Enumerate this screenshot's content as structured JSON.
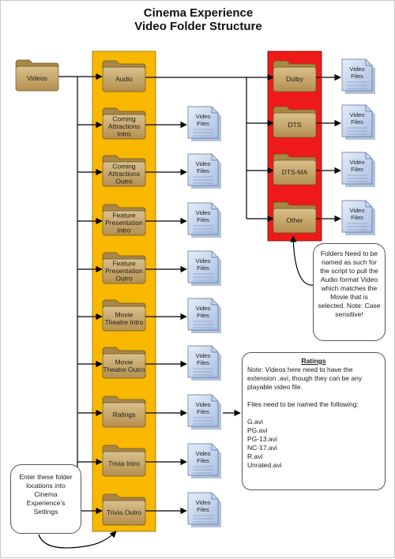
{
  "title": {
    "line1": "Cinema Experience",
    "line2": "Video Folder Structure"
  },
  "colors": {
    "orange_column": "#f8b800",
    "red_column": "#ee1a1a",
    "folder_tan": "#c9a86a",
    "file_blue": "#c5d5ee",
    "connector": "#000000"
  },
  "root_folder": {
    "label": "Videos",
    "icon": "folder-icon"
  },
  "folders": [
    {
      "lines": [
        "Audio"
      ],
      "has_files": false
    },
    {
      "lines": [
        "Coming",
        "Attractions",
        "Intro"
      ],
      "has_files": true
    },
    {
      "lines": [
        "Coming",
        "Attractions",
        "Outro"
      ],
      "has_files": true
    },
    {
      "lines": [
        "Feature",
        "Presentation",
        "Intro"
      ],
      "has_files": true
    },
    {
      "lines": [
        "Feature",
        "Presentation",
        "Outro"
      ],
      "has_files": true
    },
    {
      "lines": [
        "Movie",
        "Theatre Intro"
      ],
      "has_files": true
    },
    {
      "lines": [
        "Movie",
        "Theatre Outro"
      ],
      "has_files": true
    },
    {
      "lines": [
        "Ratings"
      ],
      "has_files": true
    },
    {
      "lines": [
        "Trivia Intro"
      ],
      "has_files": true
    },
    {
      "lines": [
        "Trivia Outro"
      ],
      "has_files": true
    }
  ],
  "audio_folders": [
    {
      "lines": [
        "Dolby"
      ]
    },
    {
      "lines": [
        "DTS"
      ]
    },
    {
      "lines": [
        "DTS-MA"
      ]
    },
    {
      "lines": [
        "Other"
      ]
    }
  ],
  "file_icon": {
    "line1": "Video",
    "line2": "Files",
    "icon": "document-icon"
  },
  "callout_folders": "Folders Need to be named as such for the script to pull the Audio format Video which matches the Movie that is selected.  Note: Case sensitive!",
  "callout_settings": "Enter these folder locations into Cinema Experience's Settings",
  "ratings_note": {
    "title": "Ratings",
    "note": "Note: Videos here need to have the extension .avi, though they can be any playable video file.",
    "files_intro": "Files need to be named the following:",
    "files": [
      "G.avi",
      "PG.avi",
      "PG-13.avi",
      "NC-17.avi",
      "R.avi",
      "Unrated.avi"
    ]
  }
}
